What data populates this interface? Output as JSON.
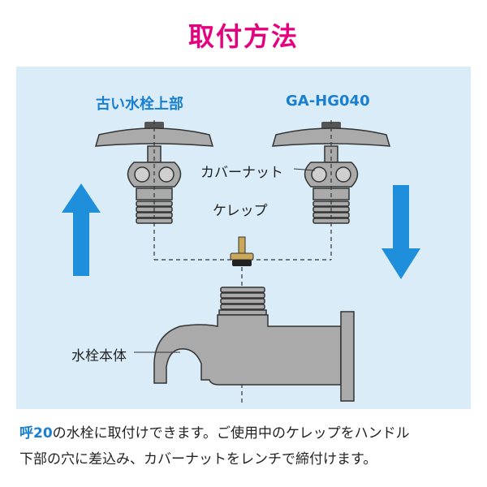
{
  "title": "取付方法",
  "colors": {
    "title": "#e5007f",
    "panel": "#d9ecf8",
    "accent": "#1a7fcf",
    "arrow": "#1f8fdb",
    "part": "#aaaaaa",
    "part_dark": "#555555",
    "brass": "#c9a85a"
  },
  "labels": {
    "old_top": "古い水栓上部",
    "product": "GA-HG040",
    "cover_nut": "カバーナット",
    "packing": "ケレップ",
    "body": "水栓本体"
  },
  "icons": {
    "up_arrow": "arrow-up-icon",
    "down_arrow": "arrow-down-icon"
  },
  "caption": {
    "highlight": "呼20",
    "line1": "の水栓に取付けできます。ご使用中のケレップをハンドル",
    "line2": "下部の穴に差込み、カバーナットをレンチで締付けます。"
  }
}
